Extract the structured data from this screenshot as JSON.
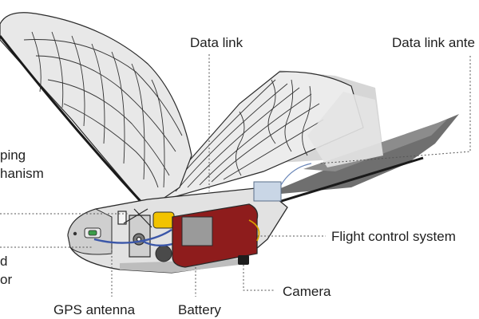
{
  "labels": {
    "data_link": "Data link",
    "data_link_antenna": "Data link ante",
    "flapping_line1": "ping",
    "flapping_line2": "hanism",
    "flight_control_system": "Flight control system",
    "camera": "Camera",
    "gps_antenna": "GPS antenna",
    "battery": "Battery",
    "motor_line1": "d",
    "motor_line2": "or"
  },
  "colors": {
    "wing_fill": "#eaeaea",
    "wing_shadow": "#d3d3d3",
    "body_fill": "#e4e4e4",
    "tail_fill": "#6f6f6f",
    "battery_red": "#8e1c1c",
    "battery_panel": "#9a9a9a",
    "motor_yellow": "#f2c300",
    "wire_blue": "#3a56a8",
    "data_link_box": "#c9d6e6",
    "leader_line": "#555555",
    "text": "#1f1f1f"
  }
}
